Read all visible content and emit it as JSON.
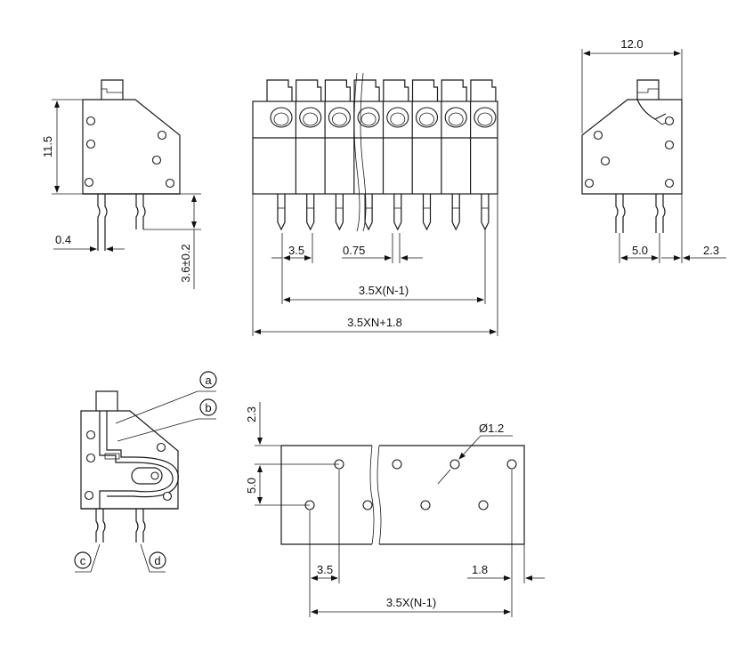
{
  "side_left": {
    "height": "11.5",
    "pin_thickness": "0.4",
    "pin_length": "3.6±0.2"
  },
  "front": {
    "pitch": "3.5",
    "pin_width": "0.75",
    "span": "3.5X(N-1)",
    "total": "3.5XN+1.8"
  },
  "side_right": {
    "depth": "12.0",
    "pin_spacing": "5.0",
    "offset": "2.3"
  },
  "detail": {
    "callout_a": "a",
    "callout_b": "b",
    "callout_c": "c",
    "callout_d": "d"
  },
  "footprint": {
    "top_offset": "2.3",
    "row_spacing": "5.0",
    "hole_dia": "Ø1.2",
    "pitch": "3.5",
    "edge": "1.8",
    "span": "3.5X(N-1)"
  }
}
